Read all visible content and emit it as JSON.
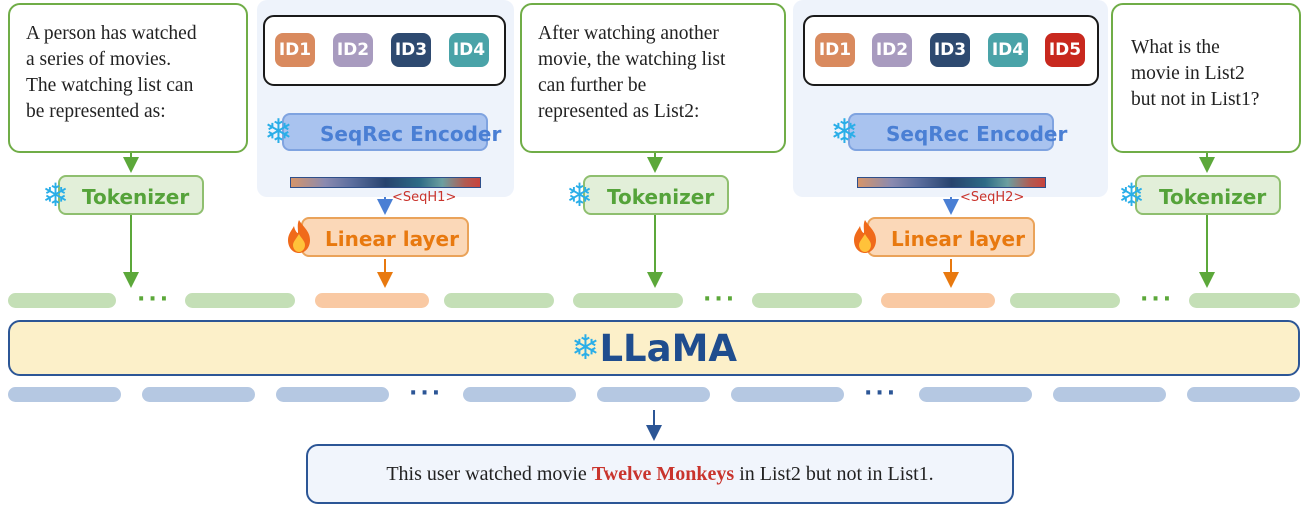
{
  "prompt_boxes": [
    {
      "lines": [
        "A person has watched",
        "a series of movies.",
        "The watching list can",
        "be represented as:"
      ]
    },
    {
      "lines": [
        "After watching another",
        "movie, the watching list",
        "can further be",
        "represented as List2:"
      ]
    },
    {
      "lines": [
        "What is the",
        "movie in List2",
        "but not in List1?"
      ]
    }
  ],
  "list1_ids": [
    "ID1",
    "ID2",
    "ID3",
    "ID4"
  ],
  "list2_ids": [
    "ID1",
    "ID2",
    "ID3",
    "ID4",
    "ID5"
  ],
  "id_colors": [
    "#d98a5e",
    "#a89bbf",
    "#2e4a70",
    "#4aa3a8",
    "#c8281e"
  ],
  "encoder_label": "SeqRec Encoder",
  "tokenizer_label": "Tokenizer",
  "linear_label": "Linear layer",
  "seq_tokens": [
    "<SeqH1>",
    "<SeqH2>"
  ],
  "ellipsis": "···",
  "llm_label": "LLaMA",
  "output": {
    "prefix": "This user watched movie ",
    "highlight": "Twelve Monkeys",
    "suffix": " in List2 but not in List1."
  },
  "icons": {
    "frozen": "snowflake-icon",
    "trainable": "fire-icon"
  },
  "colors": {
    "green": "#70ad47",
    "blue": "#2c5696",
    "orange": "#e8790f",
    "red": "#c9342d"
  }
}
